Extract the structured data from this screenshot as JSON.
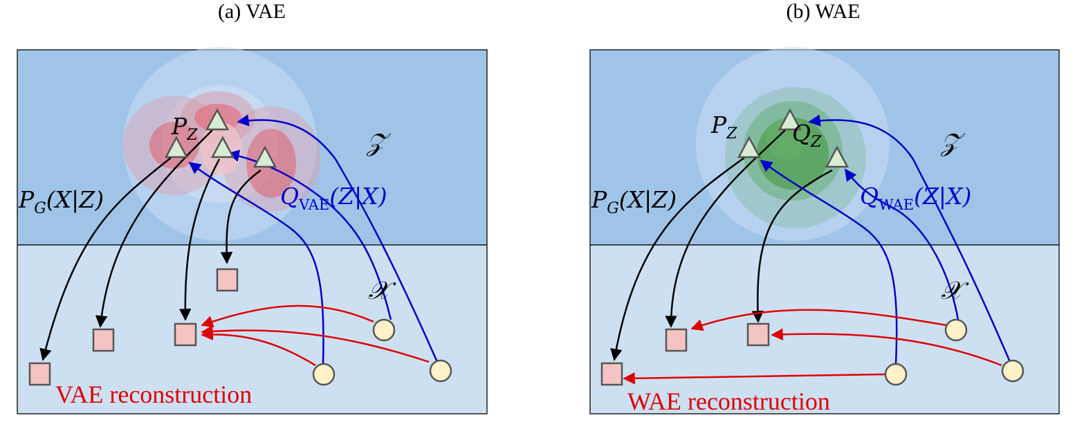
{
  "panels": [
    {
      "title": "(a) VAE",
      "latent_label": "𝒵",
      "data_label": "𝒳",
      "prior_label": {
        "main": "P",
        "sub": "Z"
      },
      "decoder_label": "P G(X|Z)",
      "decoder_parts": {
        "main": "P",
        "sub": "G",
        "rest": "(X|Z)"
      },
      "encoder_parts": {
        "main": "Q",
        "sub": "VAE",
        "rest": "(Z|X)"
      },
      "caption": "VAE reconstruction"
    },
    {
      "title": "(b) WAE",
      "latent_label": "𝒵",
      "data_label": "𝒳",
      "prior_label": {
        "main": "P",
        "sub": "Z"
      },
      "aggregate_label": {
        "main": "Q",
        "sub": "Z"
      },
      "decoder_parts": {
        "main": "P",
        "sub": "G",
        "rest": "(X|Z)"
      },
      "encoder_parts": {
        "main": "Q",
        "sub": "WAE",
        "rest": "(Z|X)"
      },
      "caption": "WAE reconstruction"
    }
  ],
  "colors": {
    "latent_bg": "#a0c4e8",
    "data_bg": "#cde0f2",
    "encoder": "#0000cc",
    "decoder": "#000000",
    "reconstruction": "#e00000",
    "prior_node": "#d8ecd4",
    "data_node": "#fff2c8",
    "recon_node": "#f4c4c4"
  }
}
